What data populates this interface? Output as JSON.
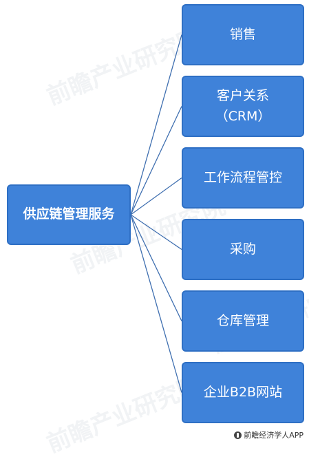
{
  "diagram": {
    "root": {
      "label": "供应链管理服务"
    },
    "branches": [
      {
        "lines": [
          "销售"
        ]
      },
      {
        "lines": [
          "客户关系",
          "（CRM）"
        ]
      },
      {
        "lines": [
          "工作流程管控"
        ]
      },
      {
        "lines": [
          "采购"
        ]
      },
      {
        "lines": [
          "仓库管理"
        ]
      },
      {
        "lines": [
          "企业B2B网站"
        ]
      }
    ]
  },
  "watermark": {
    "text": "前瞻产业研究院"
  },
  "credit": {
    "text": "前瞻经济学人APP"
  },
  "colors": {
    "node_fill": "#3f82d9",
    "node_border": "#2e6fc4",
    "connector": "#3f6fb0",
    "text": "#ffffff"
  }
}
